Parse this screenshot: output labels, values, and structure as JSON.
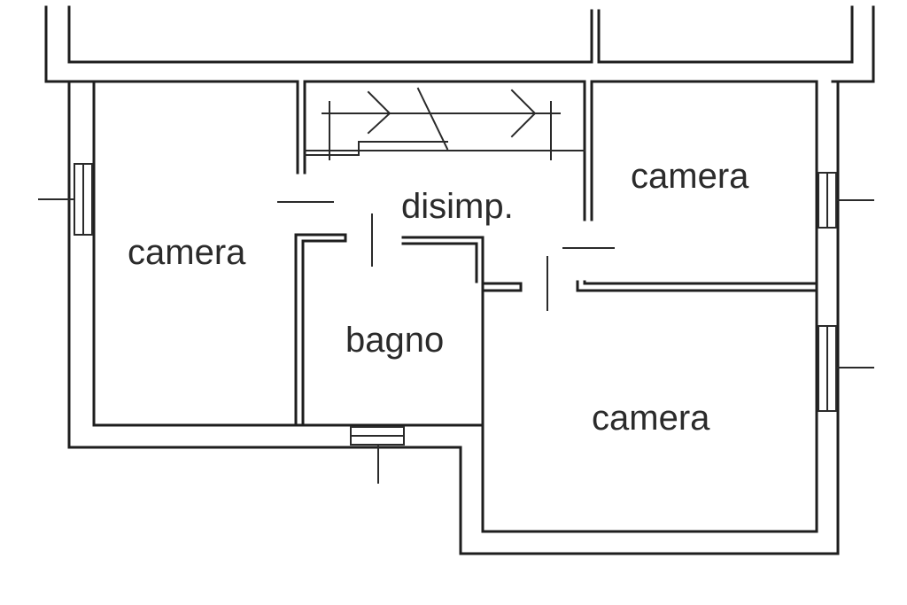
{
  "floor_plan": {
    "rooms": [
      {
        "id": "camera-left",
        "label": "camera"
      },
      {
        "id": "hallway",
        "label": "disimp."
      },
      {
        "id": "camera-top-right",
        "label": "camera"
      },
      {
        "id": "bathroom",
        "label": "bagno"
      },
      {
        "id": "camera-bottom-right",
        "label": "camera"
      }
    ]
  }
}
